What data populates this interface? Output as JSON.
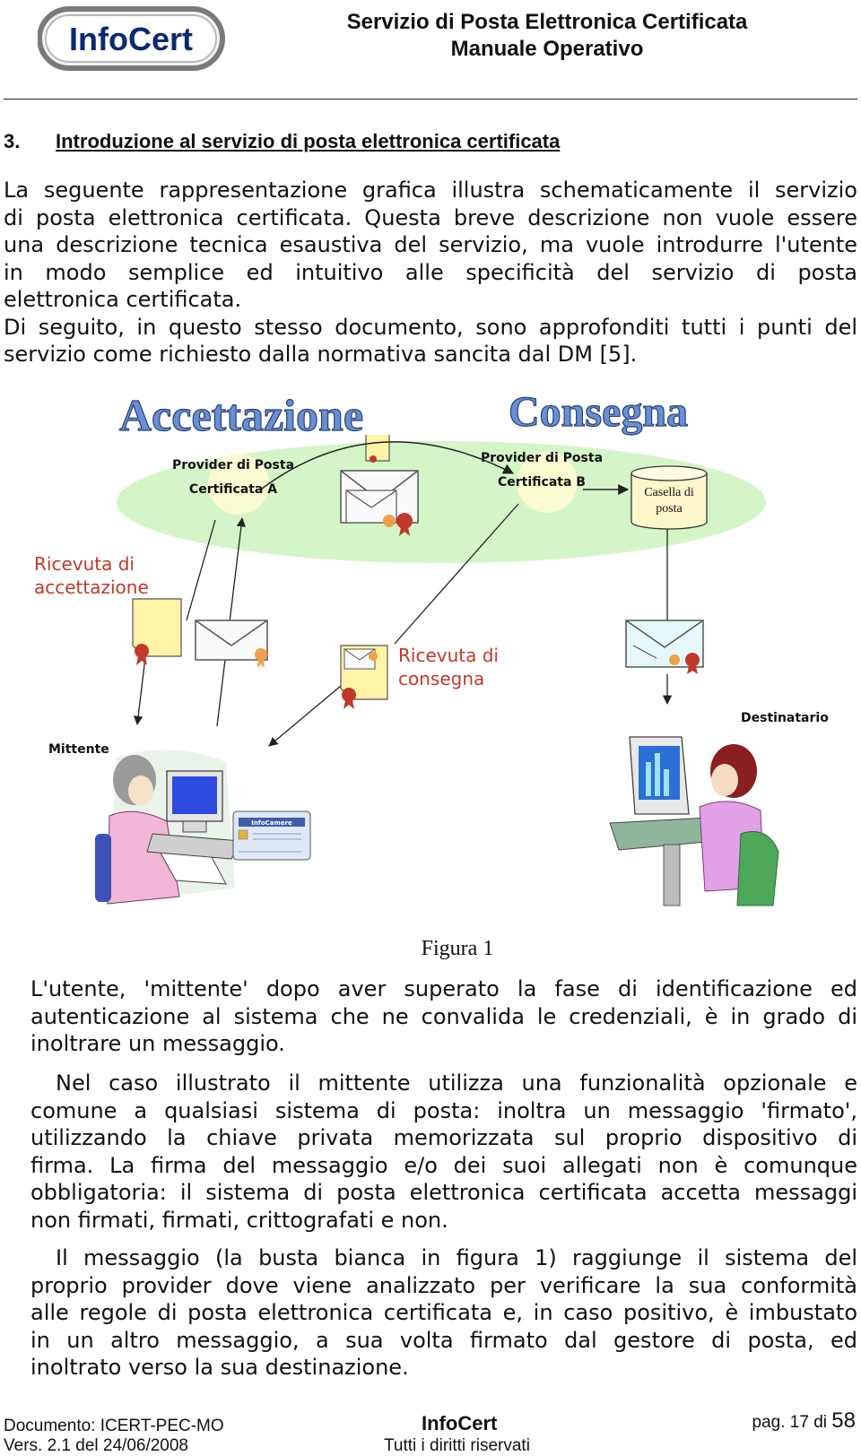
{
  "header": {
    "logo_text": "InfoCert",
    "title_line1": "Servizio di Posta Elettronica Certificata",
    "title_line2": "Manuale Operativo"
  },
  "section": {
    "number": "3.",
    "title": "Introduzione al servizio di posta elettronica certificata"
  },
  "intro_lines": [
    "La seguente rappresentazione grafica illustra schematicamente il servizio",
    "di posta elettronica certificata. Questa breve descrizione non vuole essere",
    "una descrizione tecnica esaustiva del servizio, ma vuole introdurre l'utente",
    "in modo semplice ed intuitivo alle specificità del  servizio di posta",
    "elettronica certificata.",
    "Di seguito, in questo stesso documento, sono approfonditi tutti i punti del",
    "servizio come richiesto dalla normativa sancita dal DM [5]."
  ],
  "figure": {
    "heading_left": "Accettazione",
    "heading_right": "Consegna",
    "provider_a_line1": "Provider di Posta",
    "provider_a_line2": "Certificata A",
    "provider_b_line1": "Provider di Posta",
    "provider_b_line2": "Certificata B",
    "mailbox_line1": "Casella di",
    "mailbox_line2": "posta",
    "receipt_accept_line1": "Ricevuta di",
    "receipt_accept_line2": "accettazione",
    "receipt_delivery_line1": "Ricevuta di",
    "receipt_delivery_line2": "consegna",
    "sender_label": "Mittente",
    "recipient_label": "Destinatario",
    "smartcard_brand": "InfoCamere",
    "caption": "Figura 1",
    "colors": {
      "heading_fill": "#6a8fd0",
      "receipt_red": "#c0392b",
      "cloud_green": "#d4f5c8",
      "note_yellow": "#fff3a6"
    }
  },
  "para_a_lines": [
    "L'utente, 'mittente' dopo aver superato la fase di identificazione ed",
    "autenticazione al sistema che ne convalida le credenziali, è in grado di",
    "inoltrare un messaggio."
  ],
  "para_b_lines": [
    "Nel caso illustrato il mittente utilizza una funzionalità opzionale e",
    "comune a qualsiasi sistema di posta: inoltra un messaggio 'firmato',",
    "utilizzando la chiave privata memorizzata sul proprio dispositivo di",
    "firma. La firma del messaggio e/o dei suoi allegati non è comunque",
    "obbligatoria: il sistema di posta elettronica certificata accetta messaggi",
    "non firmati, firmati, crittografati e non."
  ],
  "para_c_lines": [
    "Il messaggio (la busta bianca in figura 1) raggiunge il sistema del",
    "proprio provider dove viene analizzato per verificare la sua conformità",
    "alle regole di posta elettronica certificata e, in caso positivo, è imbustato",
    "in un altro messaggio, a sua volta firmato dal gestore di posta, ed",
    "inoltrato verso la sua destinazione."
  ],
  "footer": {
    "document": "Documento: ICERT-PEC-MO",
    "version": "Vers. 2.1 del 24/06/2008",
    "brand": "InfoCert",
    "rights": "Tutti i diritti riservati",
    "page_prefix": "pag. 17 di",
    "page_total": "58"
  }
}
